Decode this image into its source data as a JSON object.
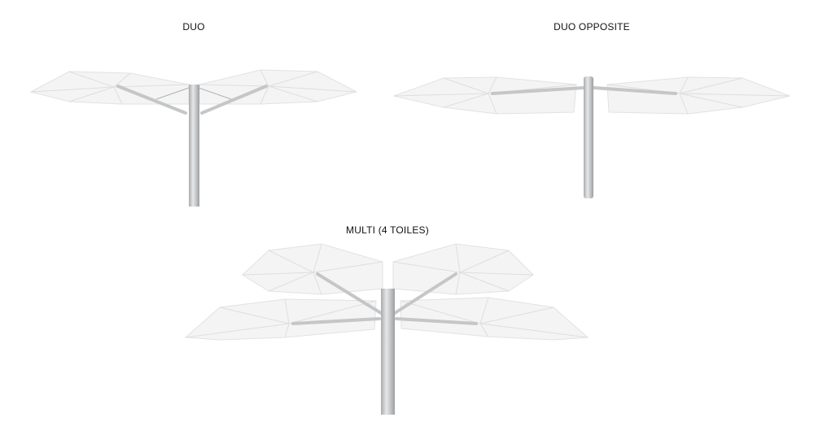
{
  "configurations": [
    {
      "label": "DUO"
    },
    {
      "label": "DUO OPPOSITE"
    },
    {
      "label": "MULTI (4 TOILES)"
    }
  ],
  "colors": {
    "canopy": "#f4f4f4",
    "pole": "#c8cacc",
    "text": "#111111"
  }
}
